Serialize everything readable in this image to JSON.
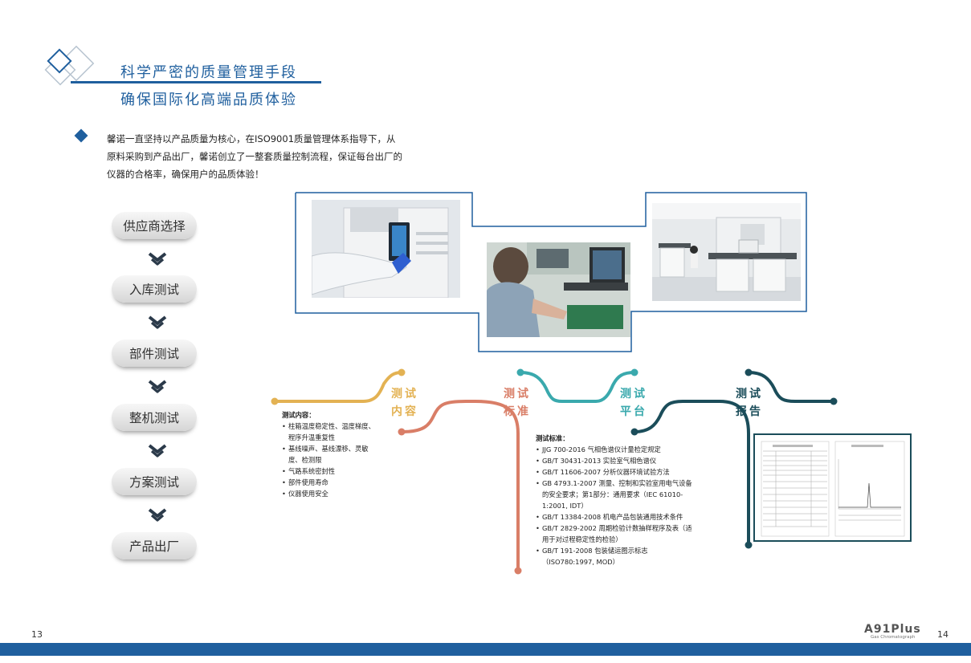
{
  "header": {
    "line1": "科学严密的质量管理手段",
    "line2": "确保国际化高端品质体验"
  },
  "intro": "馨诺一直坚持以产品质量为核心，在ISO9001质量管理体系指导下，从原料采购到产品出厂，馨诺创立了一整套质量控制流程，保证每台出厂的仪器的合格率，确保用户的品质体验！",
  "process": {
    "steps": [
      "供应商选择",
      "入库测试",
      "部件测试",
      "整机测试",
      "方案测试",
      "产品出厂"
    ]
  },
  "path": {
    "labels": [
      {
        "text": "测试\n内容",
        "color": "#e3b253"
      },
      {
        "text": "测试\n标准",
        "color": "#d97e67"
      },
      {
        "text": "测试\n平台",
        "color": "#3aa9ad"
      },
      {
        "text": "测试\n报告",
        "color": "#1b4d5a"
      }
    ]
  },
  "content_list": {
    "heading": "测试内容：",
    "items": [
      "柱箱温度稳定性、温度梯度、程序升温重复性",
      "基线噪声、基线漂移、灵敏度、检测限",
      "气路系统密封性",
      "部件使用寿命",
      "仪器使用安全"
    ]
  },
  "standards_list": {
    "heading": "测试标准：",
    "items": [
      "JJG 700-2016  气相色谱仪计量检定规定",
      "GB/T  30431-2013  实验室气相色谱仪",
      "GB/T  11606-2007  分析仪器环境试验方法",
      "GB  4793.1-2007 测量、控制和实验室用电气设备的安全要求；第1部分：通用要求（IEC 61010-1:2001, IDT）",
      "GB/T  13384-2008  机电产品包装通用技术条件",
      "GB/T  2829-2002  周期检验计数抽样程序及表（适用于对过程稳定性的检验）",
      "GB/T  191-2008  包装储运图示标志（ISO780:1997, MOD）"
    ]
  },
  "footer": {
    "page_left": "13",
    "page_right": "14",
    "brand": "A91Plus",
    "brand_sub": "Gas Chromatograph"
  },
  "colors": {
    "primary": "#1f5f9e",
    "yellow": "#e3b253",
    "salmon": "#d97e67",
    "teal": "#3aa9ad",
    "dark_teal": "#1b4d5a"
  }
}
